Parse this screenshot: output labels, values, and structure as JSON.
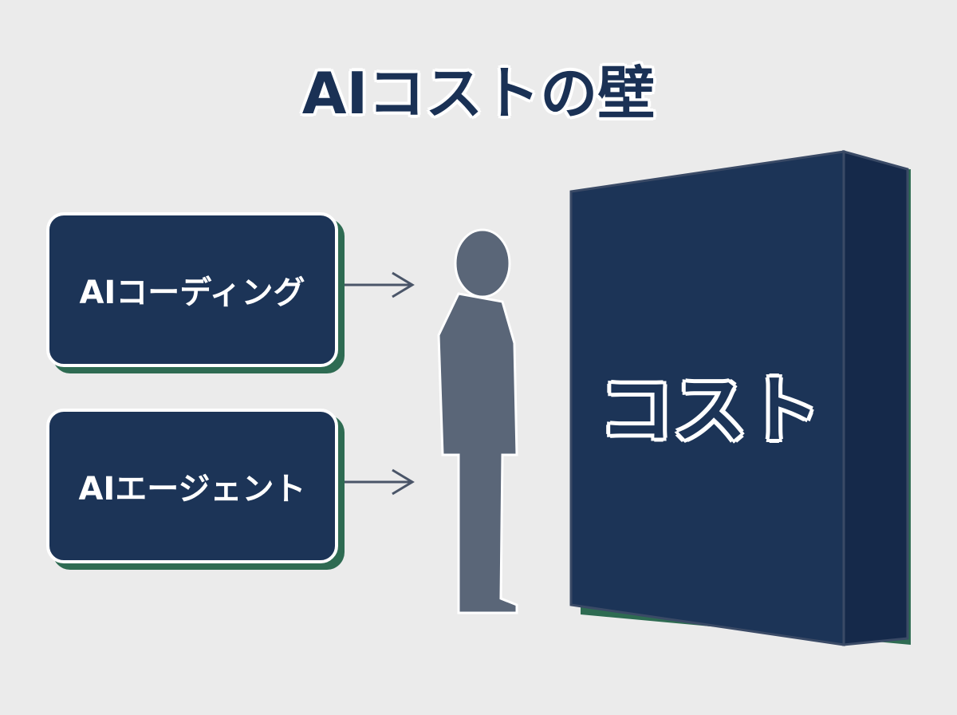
{
  "title": "AIコストの壁",
  "inputs": [
    {
      "label": "AIコーディング"
    },
    {
      "label": "AIエージェント"
    }
  ],
  "wall": {
    "label": "コスト"
  },
  "colors": {
    "navy": "#1c3457",
    "green": "#2e6b52",
    "person": "#5a6678",
    "background": "#ebebeb"
  }
}
